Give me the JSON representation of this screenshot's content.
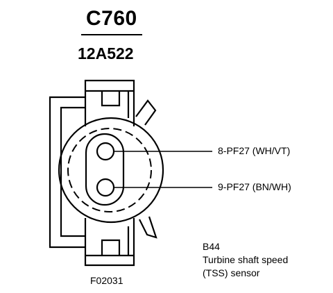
{
  "connector": {
    "id": "C760",
    "part_number": "12A522"
  },
  "pins": [
    {
      "label": "8-PF27 (WH/VT)"
    },
    {
      "label": "9-PF27 (BN/WH)"
    }
  ],
  "component": {
    "code": "B44",
    "name_line1": "Turbine shaft speed",
    "name_line2": "(TSS) sensor"
  },
  "figure_id": "F02031"
}
